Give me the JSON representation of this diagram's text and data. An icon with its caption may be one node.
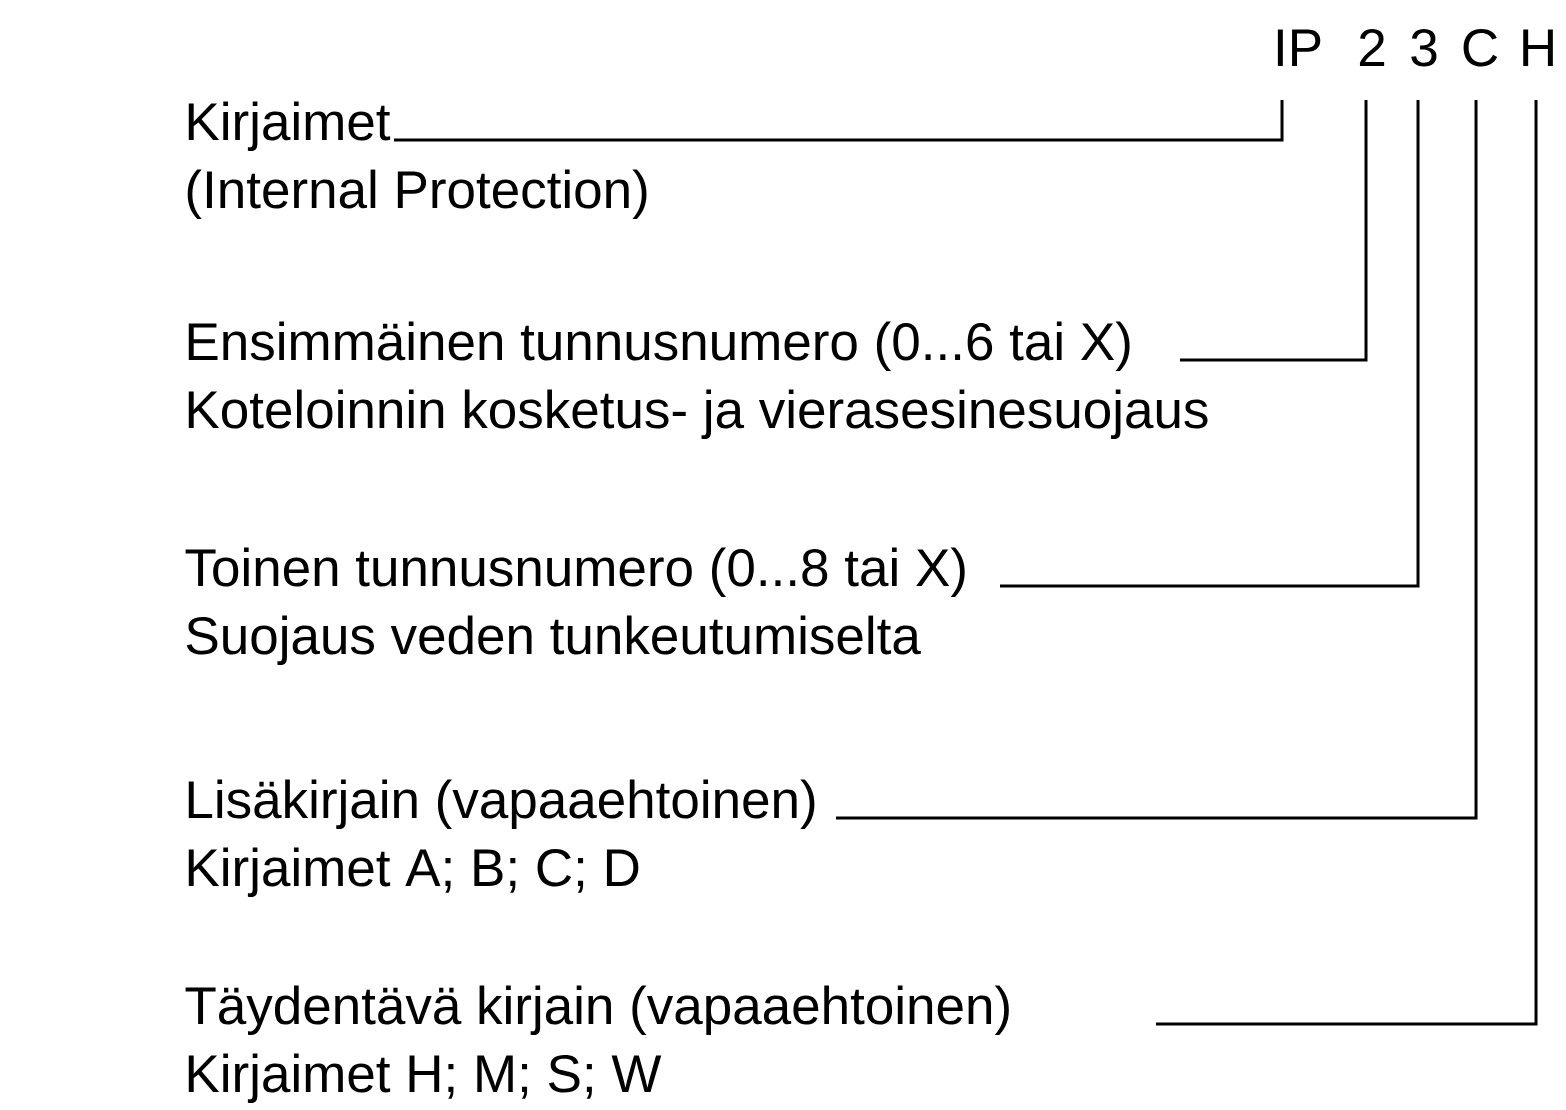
{
  "diagram": {
    "nodes": [
      {
        "text": [
          "IP"
        ]
      },
      {
        "text": [
          "2"
        ]
      },
      {
        "text": [
          "3"
        ]
      },
      {
        "text": [
          "C"
        ]
      },
      {
        "text": [
          "H"
        ]
      },
      {
        "text": [
          "Kirjaimet",
          "(Internal Protection)"
        ]
      },
      {
        "text": [
          "Ensimmäinen tunnusnumero (0...6 tai X)",
          "Koteloinnin kosketus- ja vierasesinesuojaus"
        ]
      },
      {
        "text": [
          "Toinen tunnusnumero (0...8 tai X)",
          "Suojaus veden tunkeutumiselta"
        ]
      },
      {
        "text": [
          "Lisäkirjain (vapaaehtoinen)",
          "Kirjaimet A; B; C; D"
        ]
      },
      {
        "text": [
          "Täydentävä kirjain (vapaaehtoinen)",
          "Kirjaimet H; M; S; W"
        ]
      }
    ],
    "edges": [
      {
        "from": 5,
        "to": 0,
        "arrow": "none"
      },
      {
        "from": 6,
        "to": 1,
        "arrow": "none"
      },
      {
        "from": 7,
        "to": 2,
        "arrow": "none"
      },
      {
        "from": 8,
        "to": 3,
        "arrow": "none"
      },
      {
        "from": 9,
        "to": 4,
        "arrow": "none"
      }
    ]
  }
}
